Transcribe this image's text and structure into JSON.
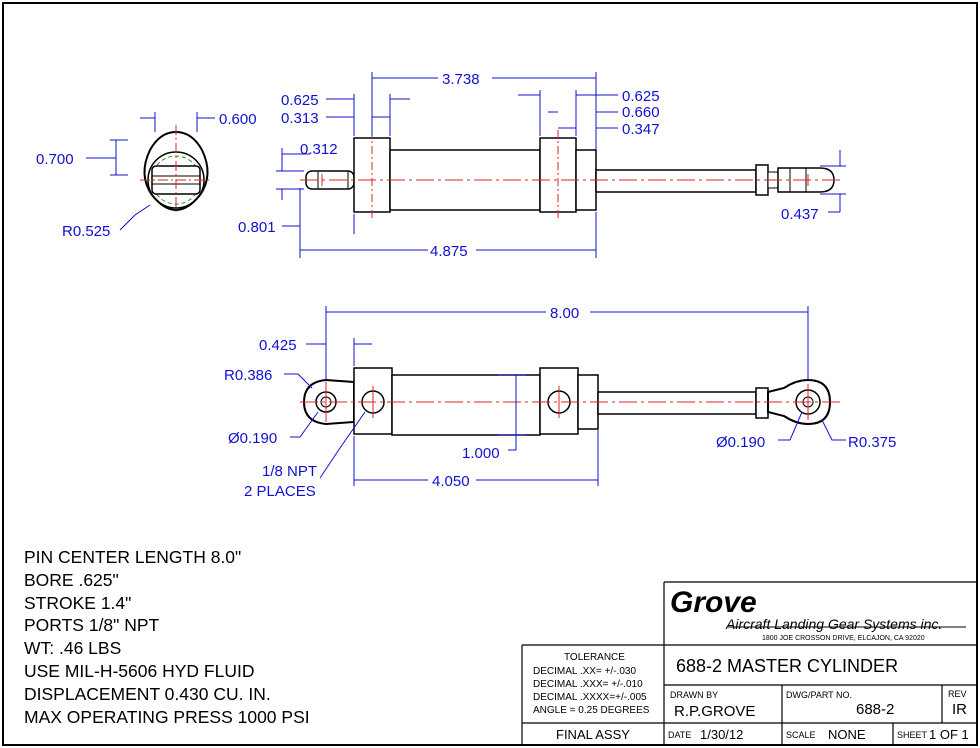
{
  "dimensions": {
    "top_view": {
      "overall_between_clevises": "3.738",
      "left_boss_width": "0.625",
      "right_boss_width": "0.625",
      "left_port_offset": "0.313",
      "right_port_offset": "0.660",
      "right_rod_step": "0.347",
      "clevis_slot": "0.312",
      "clevis_height": "0.801",
      "body_length": "4.875",
      "rod_end_height": "0.437"
    },
    "end_view": {
      "width": "0.600",
      "height": "0.700",
      "radius": "R0.525"
    },
    "side_view": {
      "pin_center_length": "8.00",
      "clevis_offset": "0.425",
      "clevis_radius": "R0.386",
      "clevis_hole_dia": "Ø0.190",
      "body_height": "1.000",
      "port_spacing": "4.050",
      "rod_end_hole_dia": "Ø0.190",
      "rod_end_radius": "R0.375",
      "port_callout_line1": "1/8 NPT",
      "port_callout_line2": "2 PLACES"
    }
  },
  "notes": [
    "PIN CENTER LENGTH 8.0\"",
    "BORE .625\"",
    "STROKE 1.4\"",
    "PORTS 1/8\" NPT",
    "WT:  .46 LBS",
    "USE MIL-H-5606 HYD FLUID",
    "DISPLACEMENT 0.430 CU. IN.",
    "MAX OPERATING PRESS 1000 PSI"
  ],
  "title_block": {
    "company": "Grove",
    "company_sub": "Aircraft Landing Gear Systems inc.",
    "address": "1800 JOE CROSSON DRIVE, ELCAJON, CA 92020",
    "tolerance_header": "TOLERANCE",
    "tolerances": [
      "DECIMAL  .XX=  +/-.030",
      "DECIMAL  .XXX= +/-.010",
      "DECIMAL  .XXXX=+/-.005",
      "ANGLE = 0.25 DEGREES"
    ],
    "title": "688-2 MASTER CYLINDER",
    "drawn_by_label": "DRAWN  BY",
    "drawn_by": "R.P.GROVE",
    "part_no_label": "DWG/PART  NO.",
    "part_no": "688-2",
    "rev_label": "REV",
    "rev": "IR",
    "final_assy": "FINAL ASSY",
    "date_label": "DATE",
    "date": "1/30/12",
    "scale_label": "SCALE",
    "scale": "NONE",
    "sheet_label": "SHEET",
    "sheet": "1 OF 1"
  },
  "colors": {
    "dimension": "#1010d0",
    "centerline": "#e02020",
    "line": "#000000",
    "body_fill": "#ffffff"
  }
}
